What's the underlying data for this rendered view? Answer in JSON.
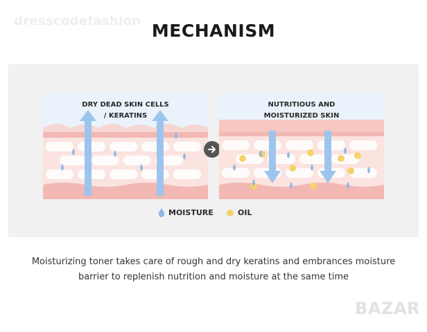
{
  "watermark": "dresscodefashion",
  "title": "MECHANISM",
  "left_panel": {
    "label_line1": "DRY DEAD SKIN CELLS",
    "label_line2": "/ KERATINS"
  },
  "right_panel": {
    "label_line1": "NUTRITIOUS AND",
    "label_line2": "MOISTURIZED SKIN"
  },
  "legend": [
    {
      "label": "MOISTURE",
      "icon": "water-drop-icon",
      "color": "#8fb8e8"
    },
    {
      "label": "OIL",
      "icon": "oil-dot-icon",
      "color": "#f5d36b"
    }
  ],
  "caption": {
    "line1": "Moisturizing toner takes care of rough and dry keratins and embrances moisture",
    "line2": "barrier to replenish nutrition and moisture at the same time"
  },
  "brand": "BAZAR",
  "colors": {
    "skin_light": "#fbe3e0",
    "skin_dark": "#f2b8b4",
    "sky": "#eaf3fb",
    "arrow": "#9cc4ee",
    "drop": "#8fb8e8",
    "oil": "#f5d36b"
  }
}
